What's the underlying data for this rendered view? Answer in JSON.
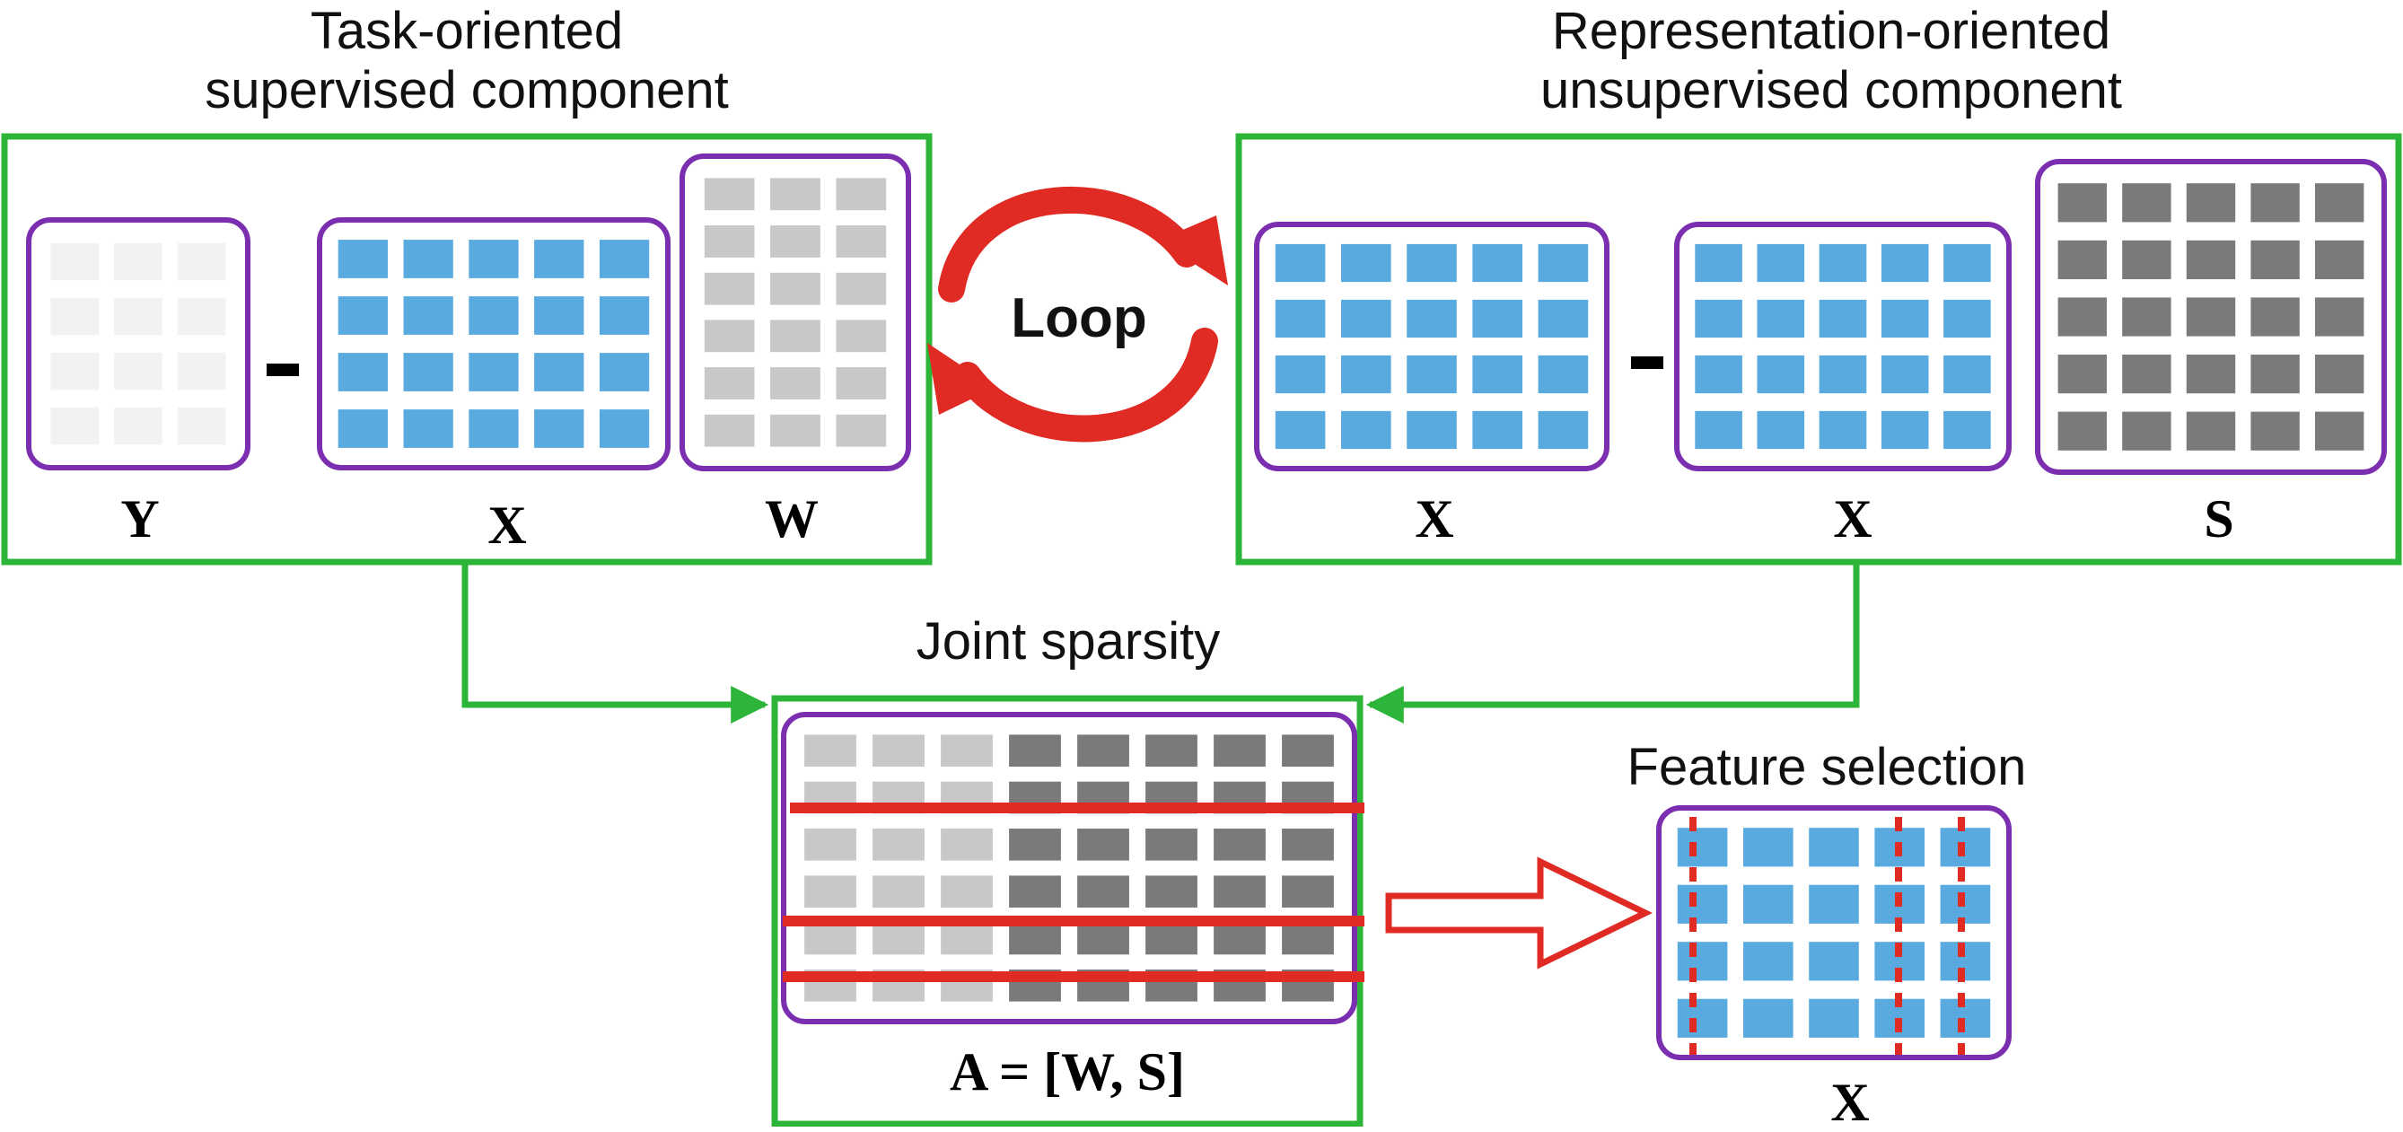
{
  "captions": {
    "supervised": [
      "Task-oriented",
      "supervised component"
    ],
    "unsupervised": [
      "Representation-oriented",
      "unsupervised component"
    ],
    "joint": "Joint sparsity",
    "feature_selection": "Feature selection"
  },
  "matrix_labels": {
    "Y": "Y",
    "X_supervised": "X",
    "W": "W",
    "X_unsup_left": "X",
    "X_unsup_right": "X",
    "S": "S",
    "A": "A = [W, S]",
    "X_selected": "X"
  },
  "loop_label": "Loop",
  "colors": {
    "frame_green": "#2db53a",
    "matrix_border_purple": "#7b2fb0",
    "cell_blue": "#59abdf",
    "cell_light_gray": "#c8c8c8",
    "cell_faint_gray": "#f2f2f2",
    "cell_dark_gray": "#7a7a7a",
    "highlight_red": "#e02b24"
  },
  "icons": {
    "loop": "circular-arrows-icon",
    "selection_arrow": "hollow-right-arrow-icon"
  }
}
